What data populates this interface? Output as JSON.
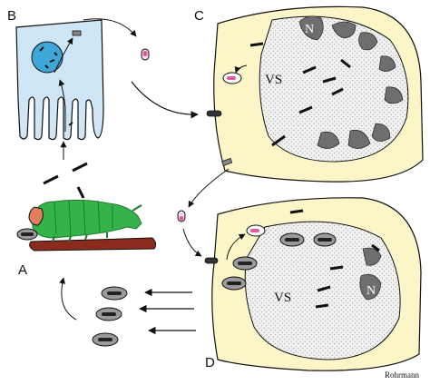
{
  "labels": {
    "panel_a": "A",
    "panel_b": "B",
    "panel_c": "C",
    "panel_d": "D",
    "vs_c": "VS",
    "vs_d": "VS",
    "nucleus_c": "N",
    "nucleus_d": "N",
    "credit": "Rohrmann"
  },
  "colors": {
    "cell_cytoplasm": "#fbf5c8",
    "epithelium": "#cfe6f6",
    "epithelium_nucleus": "#3fa6d8",
    "caterpillar": "#36b24a",
    "caterpillar_dark": "#1f7a30",
    "branch": "#8a2b1e",
    "virion": "#2b2b2b",
    "capsule": "#9a9a9a",
    "nucleocapsid_pink": "#e05a9c",
    "chromatin": "#6e6e6e",
    "stroke": "#111111"
  },
  "icons": [
    "caterpillar-icon",
    "branch-icon",
    "occlusion-body-icon",
    "virion-rod-icon",
    "budded-virus-icon",
    "arrow-icon"
  ]
}
